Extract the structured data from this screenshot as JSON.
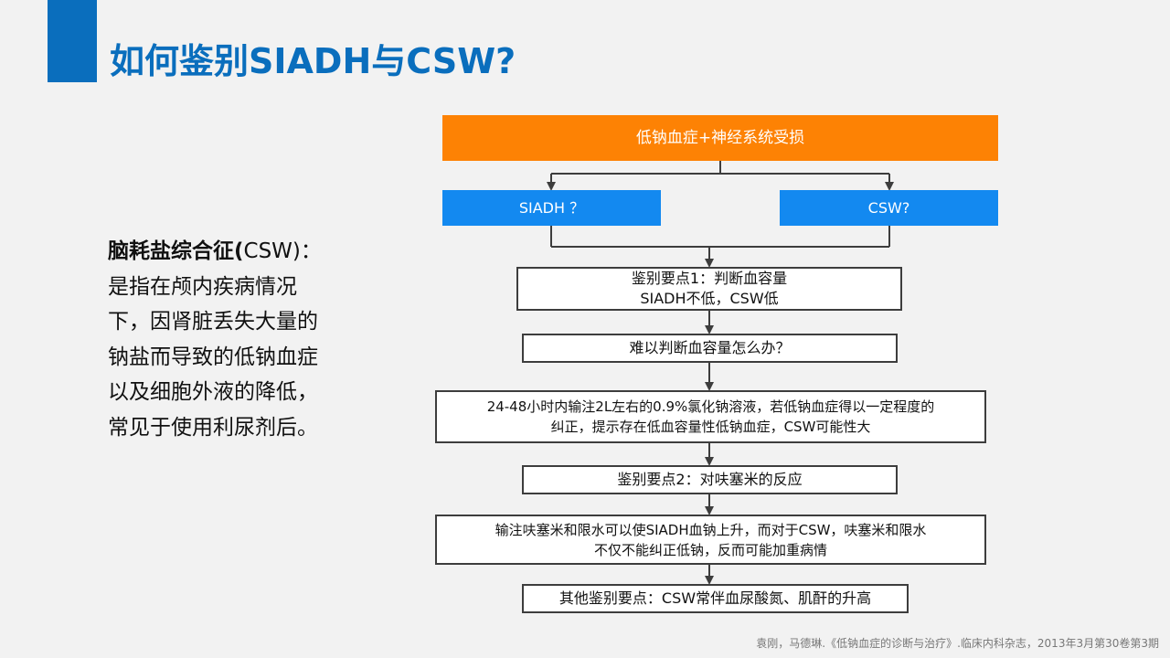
{
  "header": {
    "title": "如何鉴别SIADH与CSW?"
  },
  "description": {
    "term": "脑耗盐综合征(",
    "abbr": "CSW)：",
    "text": "是指在颅内疾病情况下，因肾脏丢失大量的钠盐而导致的低钠血症以及细胞外液的降低，常见于使用利尿剂后。"
  },
  "flow": {
    "top": "低钠血症+神经系统受损",
    "left": "SIADH ？",
    "right": "CSW?",
    "step1_line1": "鉴别要点1：判断血容量",
    "step1_line2": "SIADH不低，CSW低",
    "step2": "难以判断血容量怎么办？",
    "step3_line1": "24-48小时内输注2L左右的0.9%氯化钠溶液，若低钠血症得以一定程度的",
    "step3_line2": "纠正，提示存在低血容量性低钠血症，CSW可能性大",
    "step4": "鉴别要点2：对呋塞米的反应",
    "step5_line1": "输注呋塞米和限水可以使SIADH血钠上升，而对于CSW，呋塞米和限水",
    "step5_line2": "不仅不能纠正低钠，反而可能加重病情",
    "step6": "其他鉴别要点：CSW常伴血尿酸氮、肌酐的升高"
  },
  "footer": {
    "citation": "袁刚，马德琳.《低钠血症的诊断与治疗》.临床内科杂志，2013年3月第30卷第3期"
  },
  "colors": {
    "accent": "#0a6ebd",
    "orange": "#fd8204",
    "blue": "#1389f0"
  }
}
